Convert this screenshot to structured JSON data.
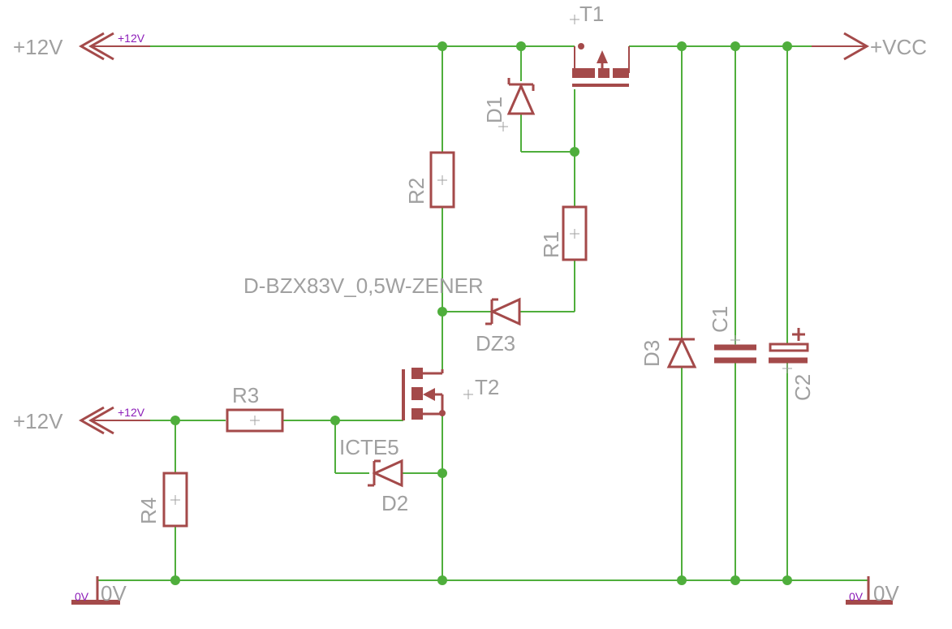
{
  "labels": {
    "T1": "T1",
    "T2": "T2",
    "D1": "D1",
    "D2": "D2",
    "D3": "D3",
    "DZ3": "DZ3",
    "R1": "R1",
    "R2": "R2",
    "R3": "R3",
    "R4": "R4",
    "C1": "C1",
    "C2": "C2",
    "zener_value": "D-BZX83V_0,5W-ZENER",
    "d2_value": "ICTE5"
  },
  "supplies": {
    "top_12v": "+12V",
    "top_12v_net": "+12V",
    "mid_12v": "+12V",
    "mid_12v_net": "+12V",
    "vcc": "+VCC",
    "gnd_left": "0V",
    "gnd_left_net": "0V",
    "gnd_right": "0V",
    "gnd_right_net": "0V"
  }
}
